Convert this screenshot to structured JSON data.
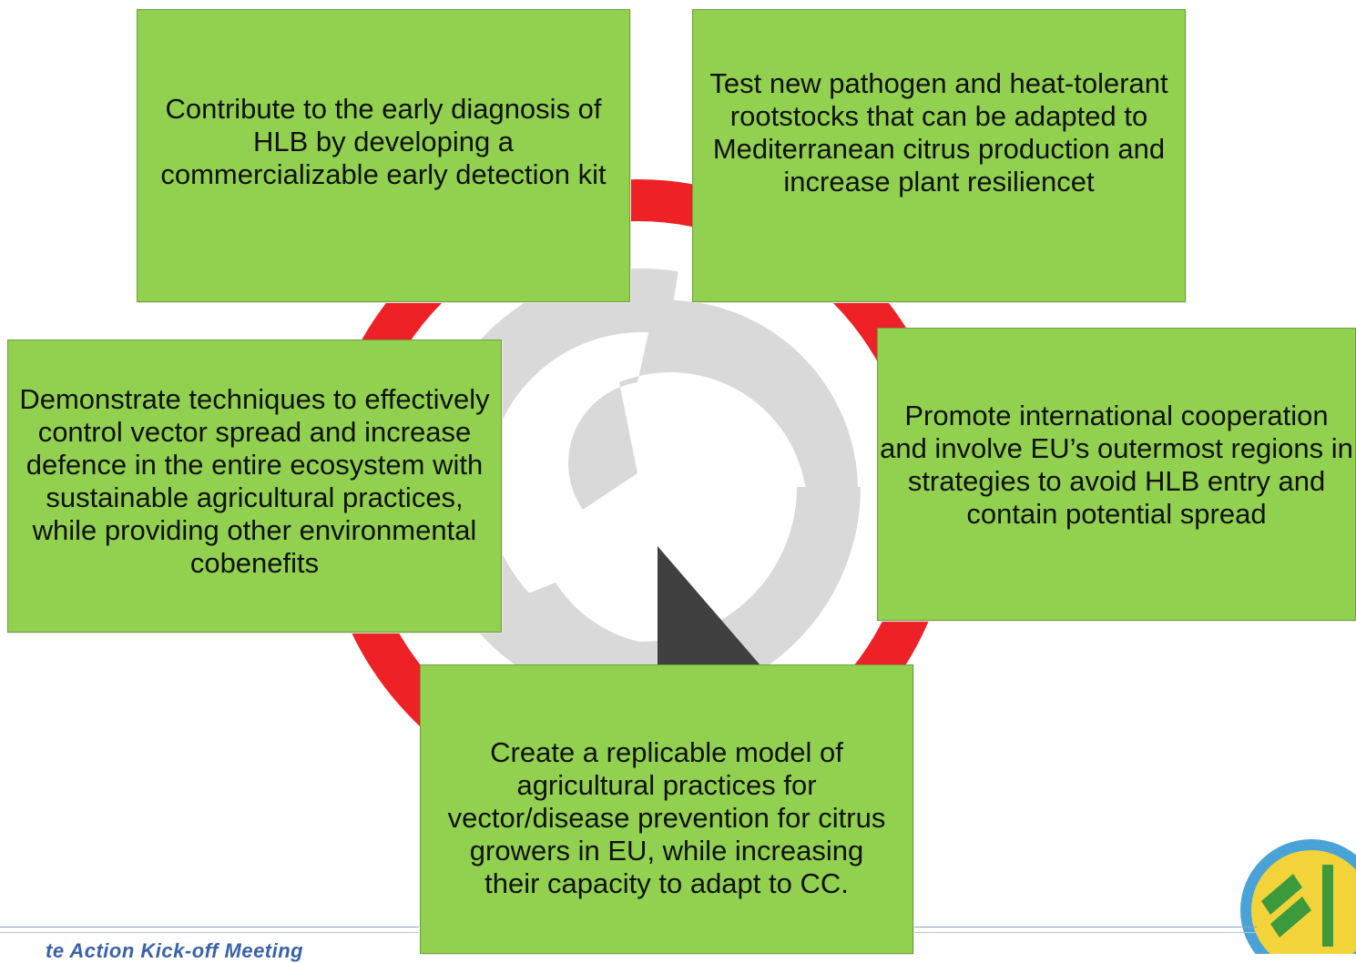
{
  "objectives": [
    {
      "id": "early-diagnosis",
      "text": "Contribute to the early diagnosis of HLB by developing a commercializable early detection kit"
    },
    {
      "id": "rootstocks",
      "text": "Test new pathogen and heat-tolerant rootstocks that can be adapted to Mediterranean citrus production and increase plant resiliencet"
    },
    {
      "id": "vector-control",
      "text": "Demonstrate techniques to effectively control vector spread and increase defence in the entire ecosystem with sustainable agricultural practices, while providing other environmental cobenefits"
    },
    {
      "id": "international-cooperation",
      "text": "Promote international cooperation and involve EU’s outermost regions in strategies to avoid HLB entry and contain potential spread"
    },
    {
      "id": "replicable-model",
      "text": "Create a replicable model of agricultural practices for vector/disease prevention for citrus growers in EU, while increasing their capacity to adapt to CC."
    }
  ],
  "footer": {
    "text": "te Action Kick-off Meeting"
  },
  "colors": {
    "box": "#92d050",
    "ring": "#ee2226",
    "swirl": "#d9d9d9",
    "arrow": "#404040"
  }
}
